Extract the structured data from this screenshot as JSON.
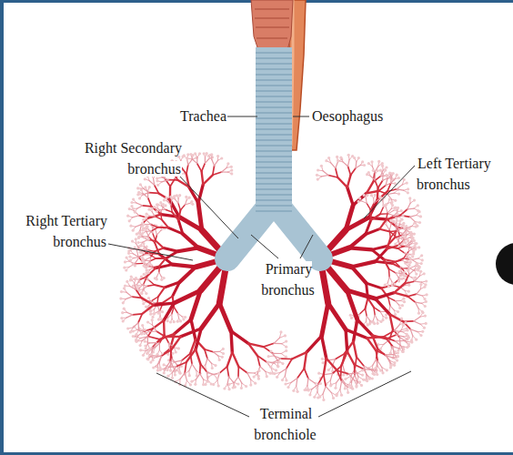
{
  "diagram": {
    "labels": [
      "Trachea",
      "Oesophagus",
      "Right Secondary bronchus",
      "Left Tertiary bronchus",
      "Right Tertiary bronchus",
      "Primary bronchus",
      "Terminal bronchiole"
    ]
  }
}
